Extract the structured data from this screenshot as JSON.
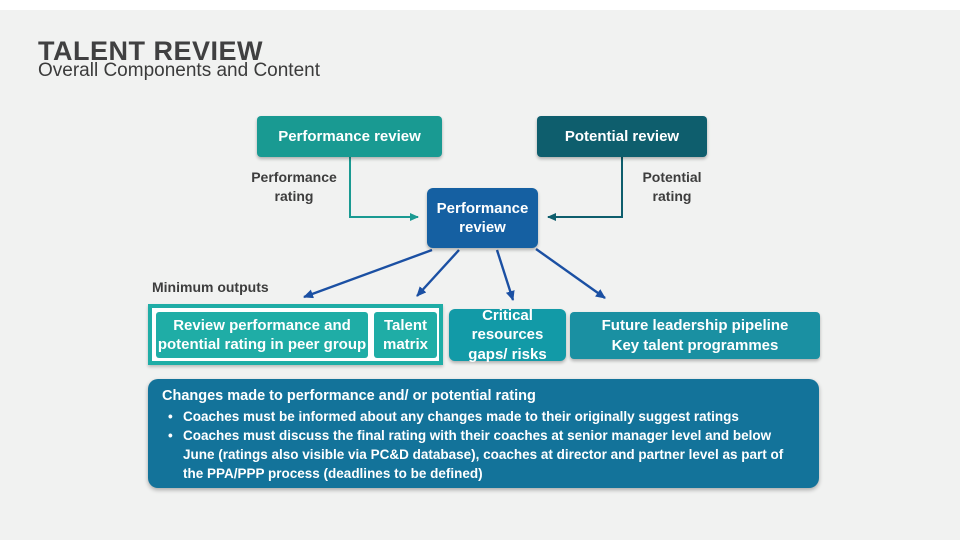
{
  "slide": {
    "title": "TALENT REVIEW",
    "subtitle": "Overall Components and Content"
  },
  "diagram": {
    "top_boxes": {
      "performance_review": "Performance review",
      "potential_review": "Potential review"
    },
    "labels": {
      "performance_rating": "Performance\nrating",
      "potential_rating": "Potential\nrating",
      "minimum_outputs": "Minimum outputs"
    },
    "center_box": "Performance\nreview",
    "output_boxes": [
      {
        "label": "Review performance and\npotential rating in peer group"
      },
      {
        "label": "Talent\nmatrix"
      },
      {
        "label": "Critical resources\ngaps/ risks"
      },
      {
        "label": "Future  leadership pipeline\nKey talent programmes"
      }
    ],
    "note_box": {
      "heading": "Changes made to performance and/ or potential rating",
      "bullets": [
        "Coaches must be informed about any changes made to their originally suggest  ratings",
        "Coaches must discuss the final rating with their coaches at senior manager level and below June (ratings also visible via PC&D database), coaches at director and partner level as part of the PPA/PPP process (deadlines to be defined)"
      ]
    }
  },
  "colors": {
    "background": "#f1f2f1",
    "title_text": "#404041",
    "performance_review_box": "#199a92",
    "potential_review_box": "#0e5e6d",
    "center_box": "#1560a2",
    "peer_group_boxes": "#1fada6",
    "critical_resources_box": "#129aa7",
    "future_pipeline_box": "#1a90a2",
    "note_box": "#13739a",
    "arrow_blue": "#1b50a3",
    "arrow_teal": "#1a9a92",
    "arrow_dark_teal": "#0e5e6d"
  }
}
